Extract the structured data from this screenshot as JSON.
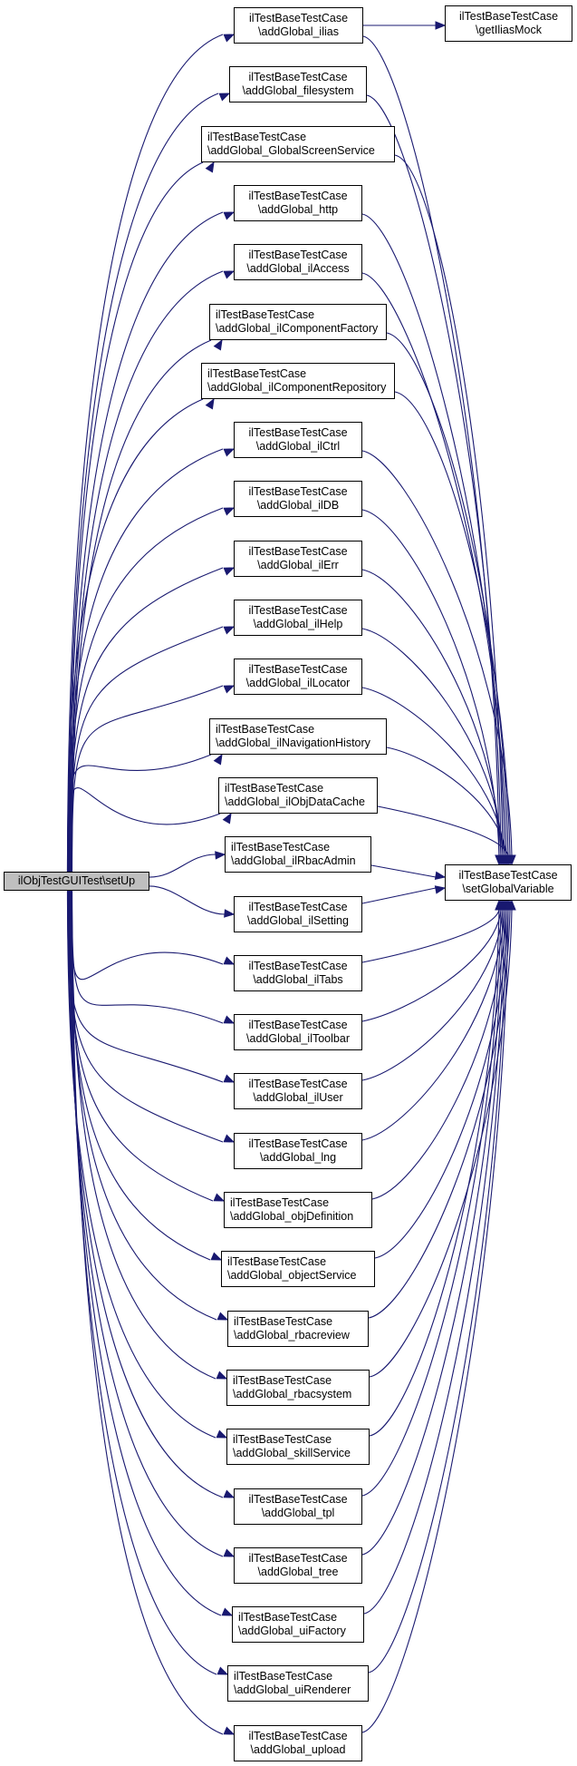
{
  "diagram": {
    "type": "call-graph",
    "root": {
      "id": "setUp",
      "label": "ilObjTestGUITest\\setUp"
    },
    "callees": [
      {
        "id": "addGlobal_ilias",
        "class": "ilTestBaseTestCase",
        "method": "\\addGlobal_ilias"
      },
      {
        "id": "addGlobal_filesystem",
        "class": "ilTestBaseTestCase",
        "method": "\\addGlobal_filesystem"
      },
      {
        "id": "addGlobal_GlobalScreenService",
        "class": "ilTestBaseTestCase",
        "method": "\\addGlobal_GlobalScreenService"
      },
      {
        "id": "addGlobal_http",
        "class": "ilTestBaseTestCase",
        "method": "\\addGlobal_http"
      },
      {
        "id": "addGlobal_ilAccess",
        "class": "ilTestBaseTestCase",
        "method": "\\addGlobal_ilAccess"
      },
      {
        "id": "addGlobal_ilComponentFactory",
        "class": "ilTestBaseTestCase",
        "method": "\\addGlobal_ilComponentFactory"
      },
      {
        "id": "addGlobal_ilComponentRepository",
        "class": "ilTestBaseTestCase",
        "method": "\\addGlobal_ilComponentRepository"
      },
      {
        "id": "addGlobal_ilCtrl",
        "class": "ilTestBaseTestCase",
        "method": "\\addGlobal_ilCtrl"
      },
      {
        "id": "addGlobal_ilDB",
        "class": "ilTestBaseTestCase",
        "method": "\\addGlobal_ilDB"
      },
      {
        "id": "addGlobal_ilErr",
        "class": "ilTestBaseTestCase",
        "method": "\\addGlobal_ilErr"
      },
      {
        "id": "addGlobal_ilHelp",
        "class": "ilTestBaseTestCase",
        "method": "\\addGlobal_ilHelp"
      },
      {
        "id": "addGlobal_ilLocator",
        "class": "ilTestBaseTestCase",
        "method": "\\addGlobal_ilLocator"
      },
      {
        "id": "addGlobal_ilNavigationHistory",
        "class": "ilTestBaseTestCase",
        "method": "\\addGlobal_ilNavigationHistory"
      },
      {
        "id": "addGlobal_ilObjDataCache",
        "class": "ilTestBaseTestCase",
        "method": "\\addGlobal_ilObjDataCache"
      },
      {
        "id": "addGlobal_ilRbacAdmin",
        "class": "ilTestBaseTestCase",
        "method": "\\addGlobal_ilRbacAdmin"
      },
      {
        "id": "addGlobal_ilSetting",
        "class": "ilTestBaseTestCase",
        "method": "\\addGlobal_ilSetting"
      },
      {
        "id": "addGlobal_ilTabs",
        "class": "ilTestBaseTestCase",
        "method": "\\addGlobal_ilTabs"
      },
      {
        "id": "addGlobal_ilToolbar",
        "class": "ilTestBaseTestCase",
        "method": "\\addGlobal_ilToolbar"
      },
      {
        "id": "addGlobal_ilUser",
        "class": "ilTestBaseTestCase",
        "method": "\\addGlobal_ilUser"
      },
      {
        "id": "addGlobal_lng",
        "class": "ilTestBaseTestCase",
        "method": "\\addGlobal_lng"
      },
      {
        "id": "addGlobal_objDefinition",
        "class": "ilTestBaseTestCase",
        "method": "\\addGlobal_objDefinition"
      },
      {
        "id": "addGlobal_objectService",
        "class": "ilTestBaseTestCase",
        "method": "\\addGlobal_objectService"
      },
      {
        "id": "addGlobal_rbacreview",
        "class": "ilTestBaseTestCase",
        "method": "\\addGlobal_rbacreview"
      },
      {
        "id": "addGlobal_rbacsystem",
        "class": "ilTestBaseTestCase",
        "method": "\\addGlobal_rbacsystem"
      },
      {
        "id": "addGlobal_skillService",
        "class": "ilTestBaseTestCase",
        "method": "\\addGlobal_skillService"
      },
      {
        "id": "addGlobal_tpl",
        "class": "ilTestBaseTestCase",
        "method": "\\addGlobal_tpl"
      },
      {
        "id": "addGlobal_tree",
        "class": "ilTestBaseTestCase",
        "method": "\\addGlobal_tree"
      },
      {
        "id": "addGlobal_uiFactory",
        "class": "ilTestBaseTestCase",
        "method": "\\addGlobal_uiFactory"
      },
      {
        "id": "addGlobal_uiRenderer",
        "class": "ilTestBaseTestCase",
        "method": "\\addGlobal_uiRenderer"
      },
      {
        "id": "addGlobal_upload",
        "class": "ilTestBaseTestCase",
        "method": "\\addGlobal_upload"
      }
    ],
    "targets": [
      {
        "id": "getIliasMock",
        "class": "ilTestBaseTestCase",
        "method": "\\getIliasMock"
      },
      {
        "id": "setGlobalVariable",
        "class": "ilTestBaseTestCase",
        "method": "\\setGlobalVariable"
      }
    ],
    "edges": [
      {
        "from": "addGlobal_ilias",
        "to": "getIliasMock"
      }
    ],
    "all_callees_call": "setGlobalVariable",
    "colors": {
      "edge": "#191970",
      "root_fill": "#bfbfbf",
      "node_fill": "#ffffff",
      "node_border": "#000000"
    }
  }
}
